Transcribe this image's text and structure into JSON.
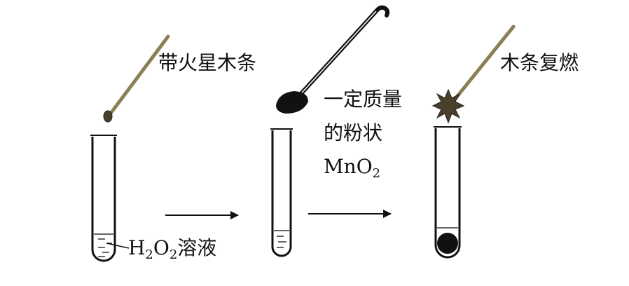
{
  "labels": {
    "glowing_splint": "带火星木条",
    "relit": "木条复燃",
    "powder_line1": "一定质量",
    "powder_line2": "的粉状",
    "mno2_prefix": "MnO",
    "mno2_sub": "2",
    "h_symbol": "H",
    "h_sub": "2",
    "o_symbol": "O",
    "o_sub": "2",
    "solution_word": "溶液"
  },
  "colors": {
    "splint": "#8c7f55",
    "ember": "#4a3f2a",
    "glass": "#111111",
    "spoon": "#111111",
    "text": "#111111"
  },
  "icons": {
    "tube": "test-tube-icon",
    "splint": "wooden-splint-icon",
    "spoon": "medicine-spoon-icon",
    "flame": "spark-flame-icon",
    "arrow": "right-arrow-icon"
  }
}
